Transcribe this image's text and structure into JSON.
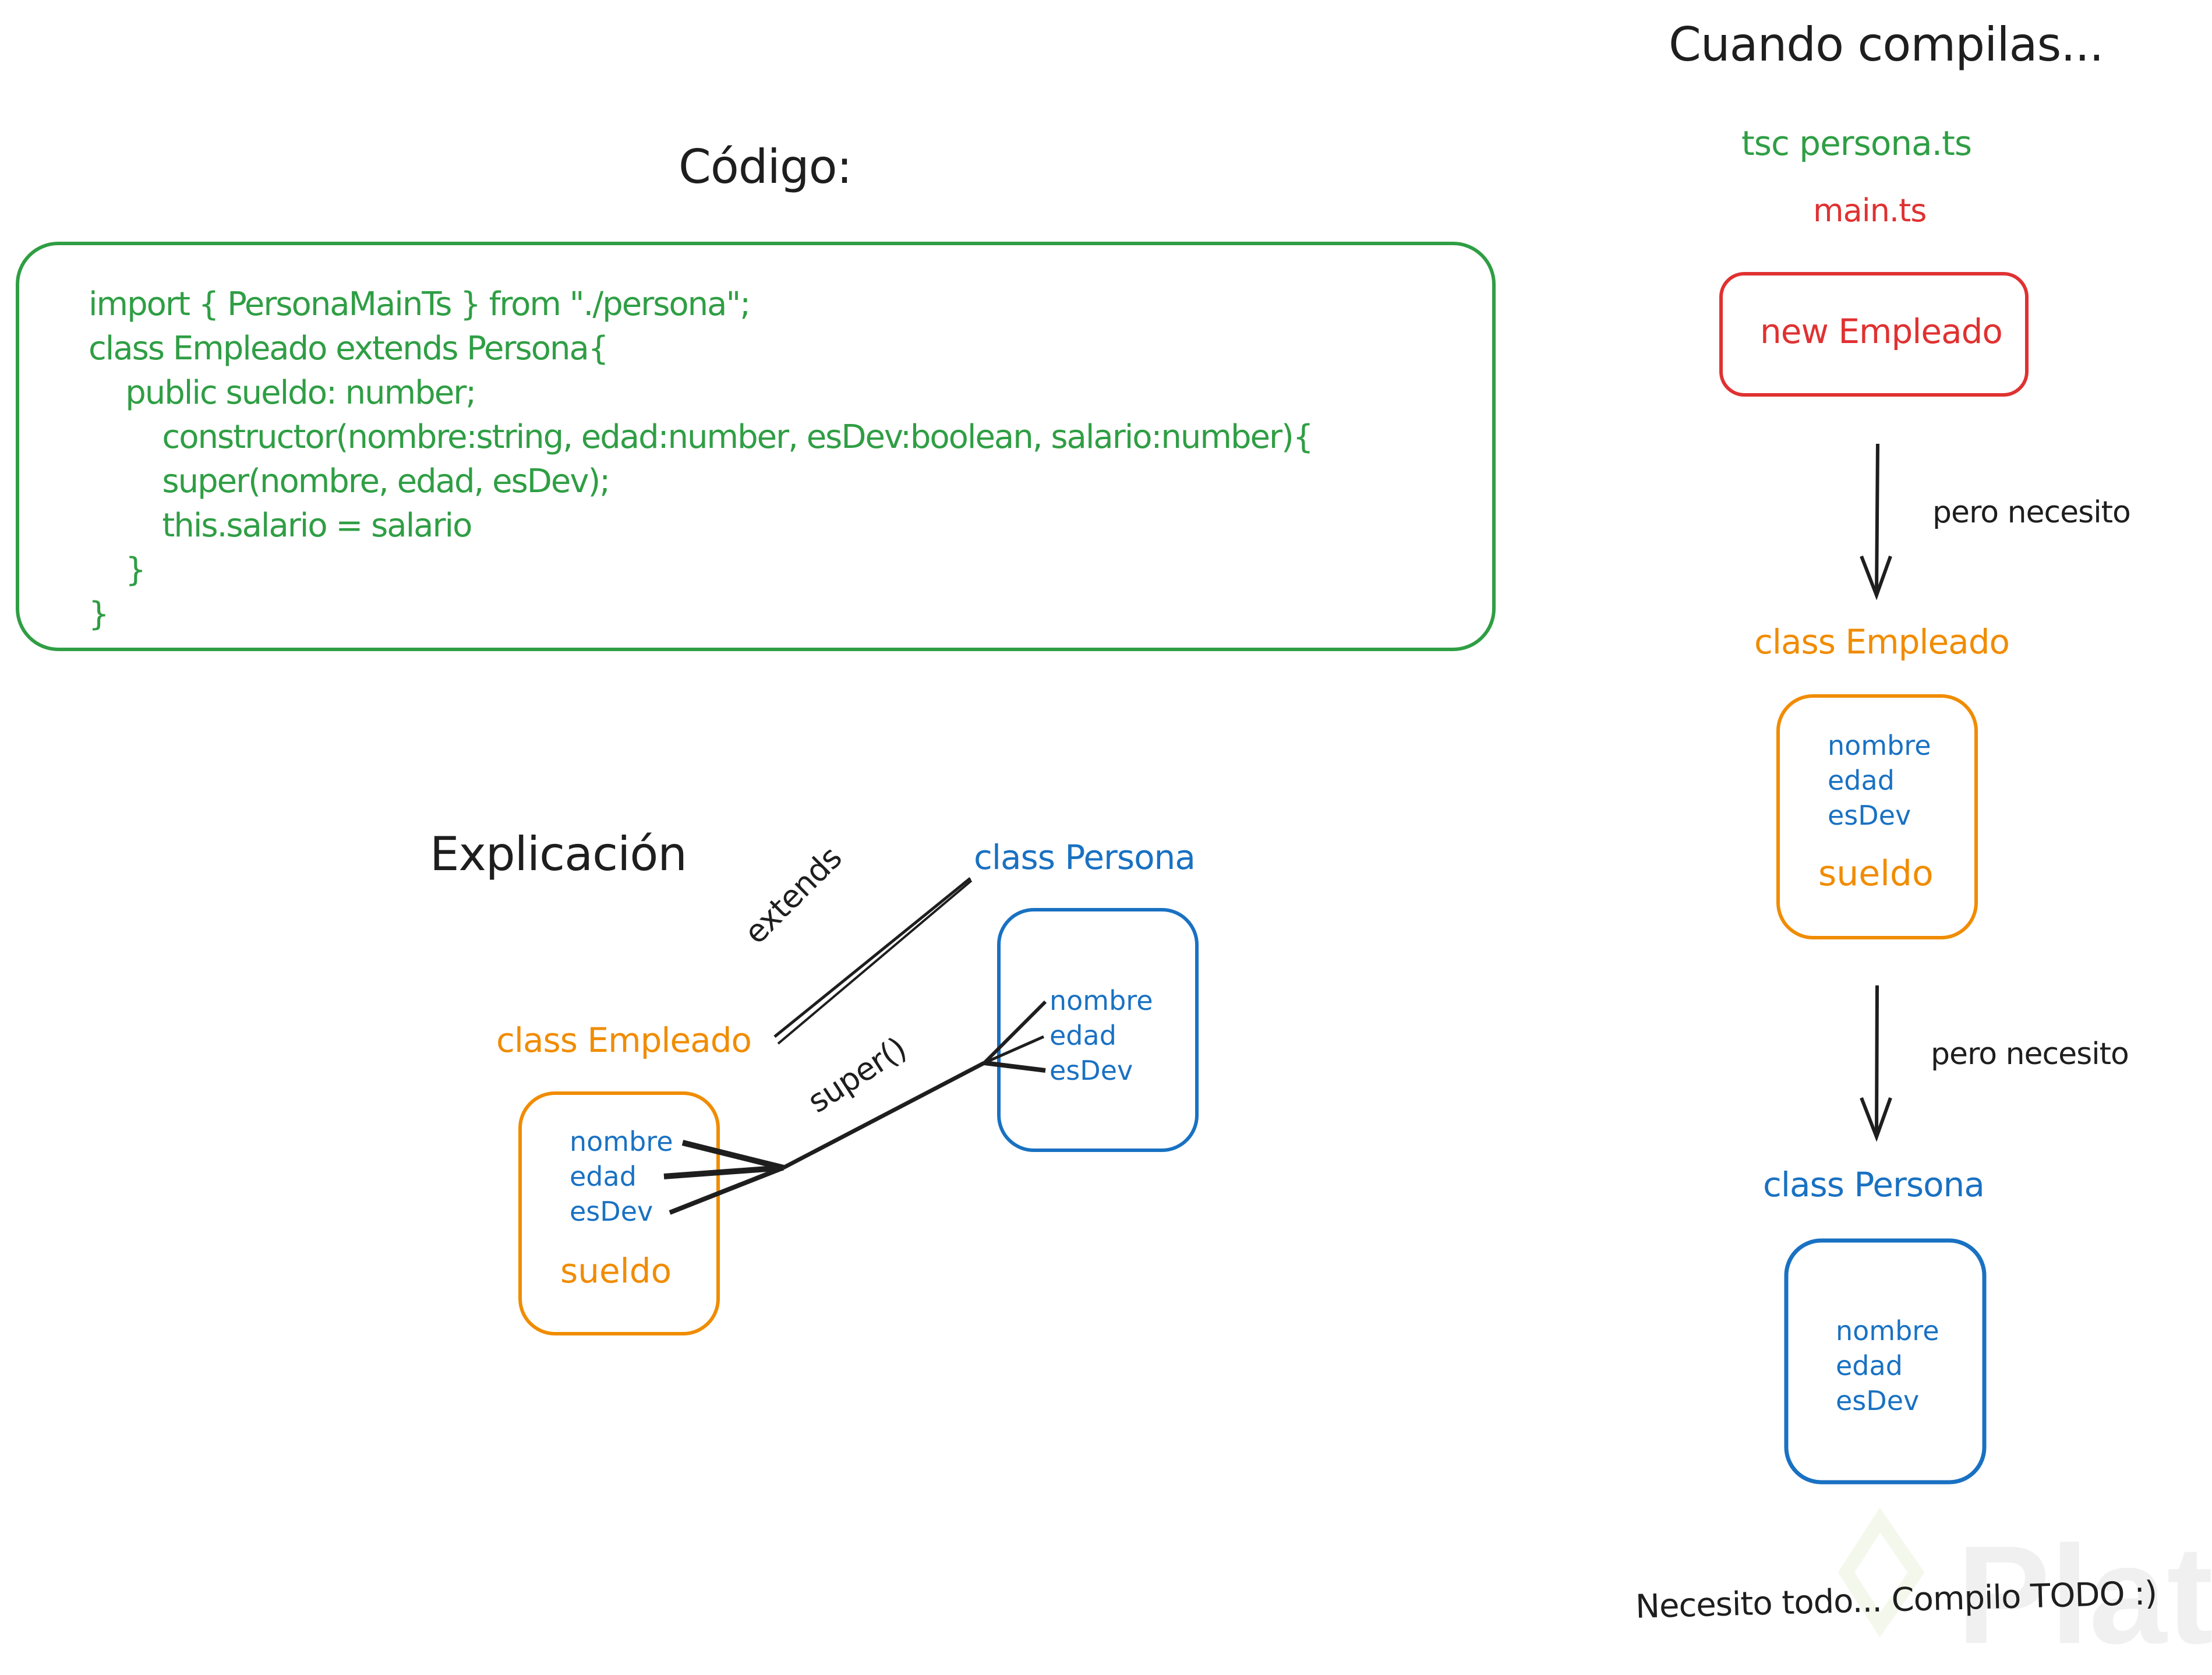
{
  "code_section": {
    "title": "Código:",
    "lines": [
      "import { PersonaMainTs } from \"./persona\";",
      "class Empleado extends Persona{",
      "    public sueldo: number;",
      "        constructor(nombre:string, edad:number, esDev:boolean, salario:number){",
      "        super(nombre, edad, esDev);",
      "        this.salario = salario",
      "    }",
      "}"
    ]
  },
  "explanation": {
    "title": "Explicación",
    "child_class": {
      "label": "class Empleado",
      "inherited_fields": [
        "nombre",
        "edad",
        "esDev"
      ],
      "own_field": "sueldo"
    },
    "parent_class": {
      "label": "class Persona",
      "fields": [
        "nombre",
        "edad",
        "esDev"
      ]
    },
    "extends_label": "extends",
    "super_label": "super()"
  },
  "compile_flow": {
    "title": "Cuando compilas...",
    "command": "tsc persona.ts",
    "file": "main.ts",
    "instantiation": "new Empleado",
    "step1_label": "pero necesito",
    "empleado": {
      "label": "class Empleado",
      "inherited_fields": [
        "nombre",
        "edad",
        "esDev"
      ],
      "own_field": "sueldo"
    },
    "step2_label": "pero necesito",
    "persona": {
      "label": "class Persona",
      "fields": [
        "nombre",
        "edad",
        "esDev"
      ]
    },
    "conclusion": "Necesito todo... Compilo TODO :)"
  },
  "watermark": "Platzi",
  "colors": {
    "green": "#2f9e44",
    "red": "#e03131",
    "orange": "#f08c00",
    "blue": "#1971c2",
    "ink": "#1e1e1e"
  }
}
